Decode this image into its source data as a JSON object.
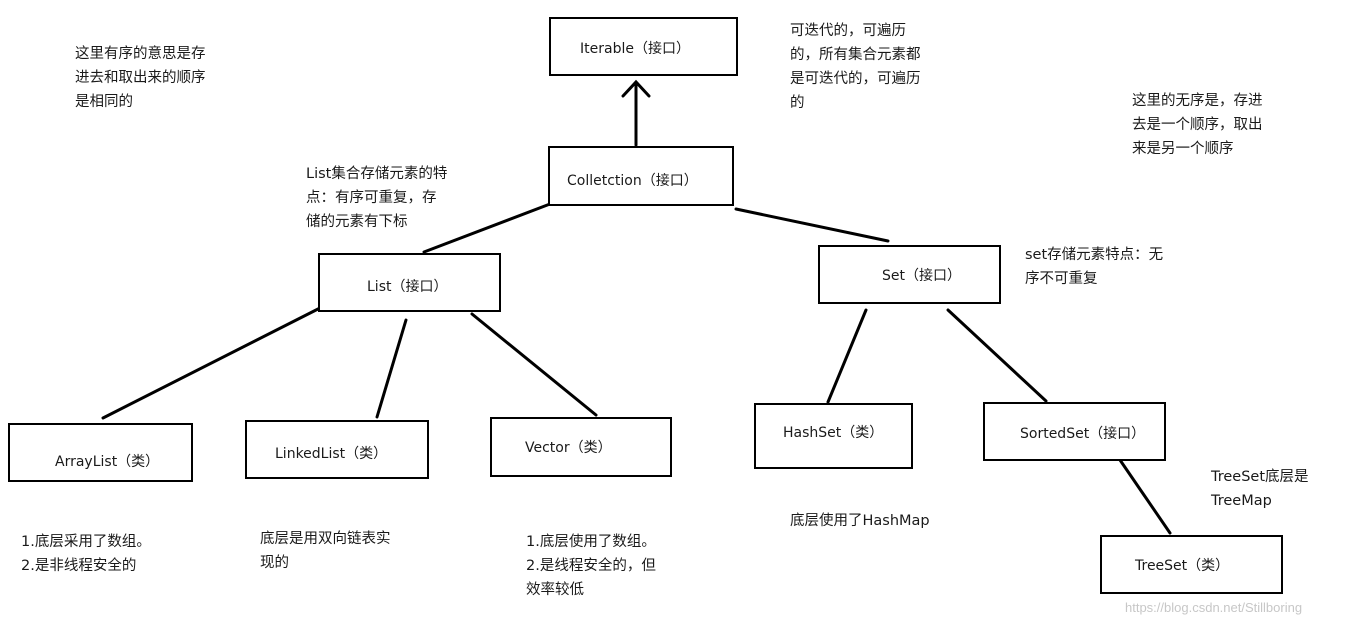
{
  "nodes": {
    "iterable": "Iterable（接口）",
    "collection": "Colletction（接口）",
    "list": "List（接口）",
    "set": "Set（接口）",
    "arraylist": "ArrayList（类）",
    "linkedlist": "LinkedList（类）",
    "vector": "Vector（类）",
    "hashset": "HashSet（类）",
    "sortedset": "SortedSet（接口）",
    "treeset": "TreeSet（类）"
  },
  "notes": {
    "ordered": [
      "这里有序的意思是存",
      "进去和取出来的顺序",
      "是相同的"
    ],
    "iterable": [
      "可迭代的，可遍历",
      "的，所有集合元素都",
      "是可迭代的，可遍历",
      "的"
    ],
    "unordered": [
      "这里的无序是，存进",
      "去是一个顺序，取出",
      "来是另一个顺序"
    ],
    "list_traits": [
      "List集合存储元素的特",
      "点：有序可重复，存",
      "储的元素有下标"
    ],
    "set_traits": [
      "set存储元素特点：无",
      "序不可重复"
    ],
    "arraylist": [
      "1.底层采用了数组。",
      "2.是非线程安全的"
    ],
    "linkedlist": [
      "底层是用双向链表实",
      "现的"
    ],
    "vector": [
      "1.底层使用了数组。",
      "2.是线程安全的，但",
      "效率较低"
    ],
    "hashset": [
      "底层使用了HashMap"
    ],
    "treeset": [
      "TreeSet底层是",
      "TreeMap"
    ]
  },
  "watermark": "https://blog.csdn.net/Stillboring"
}
